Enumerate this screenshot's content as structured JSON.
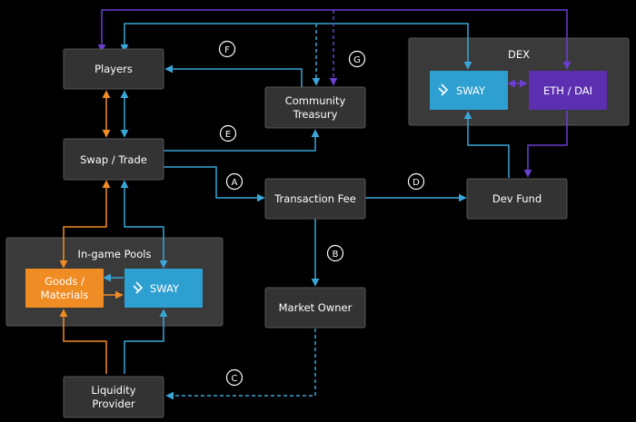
{
  "nodes": {
    "players": "Players",
    "swap_trade": "Swap / Trade",
    "community_treasury": [
      "Community",
      "Treasury"
    ],
    "transaction_fee": "Transaction Fee",
    "dev_fund": "Dev Fund",
    "market_owner": "Market Owner",
    "liquidity_provider": [
      "Liquidity",
      "Provider"
    ]
  },
  "groups": {
    "dex": {
      "title": "DEX",
      "sway": "SWAY",
      "eth_dai": "ETH / DAI"
    },
    "in_game_pools": {
      "title": "In-game Pools",
      "goods": [
        "Goods /",
        "Materials"
      ],
      "sway": "SWAY"
    }
  },
  "flow_labels": [
    "A",
    "B",
    "C",
    "D",
    "E",
    "F",
    "G"
  ],
  "colors": {
    "background": "#000000",
    "box": "#333333",
    "group": "#3a3a3a",
    "blue": "#2e9fd1",
    "orange": "#f08c24",
    "purple": "#5b2fb0",
    "arrow_blue": "#3aa6d8"
  }
}
